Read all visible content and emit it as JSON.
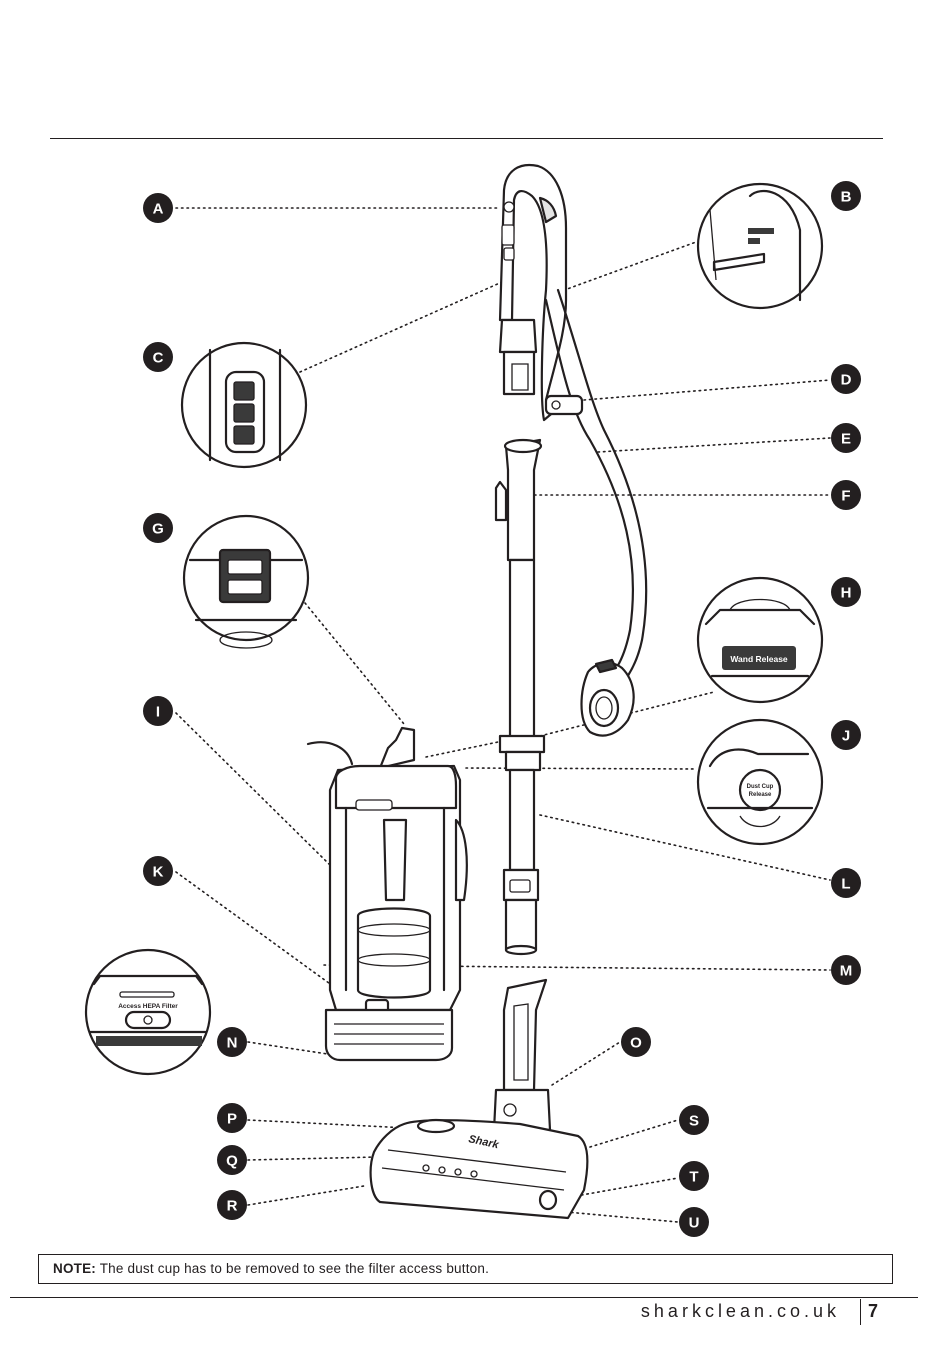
{
  "labels": [
    "A",
    "B",
    "C",
    "D",
    "E",
    "F",
    "G",
    "H",
    "I",
    "J",
    "K",
    "L",
    "M",
    "N",
    "O",
    "P",
    "Q",
    "R",
    "S",
    "T",
    "U"
  ],
  "insets": {
    "h_button": "Wand Release",
    "j_button_line1": "Dust Cup",
    "j_button_line2": "Release",
    "k_button": "Access HEPA Filter"
  },
  "brand_mark": "Shark",
  "note": {
    "prefix": "NOTE:",
    "text": " The dust cup has to be removed to see the filter access button."
  },
  "footer": {
    "site": "sharkclean.co.uk",
    "page": "7"
  }
}
